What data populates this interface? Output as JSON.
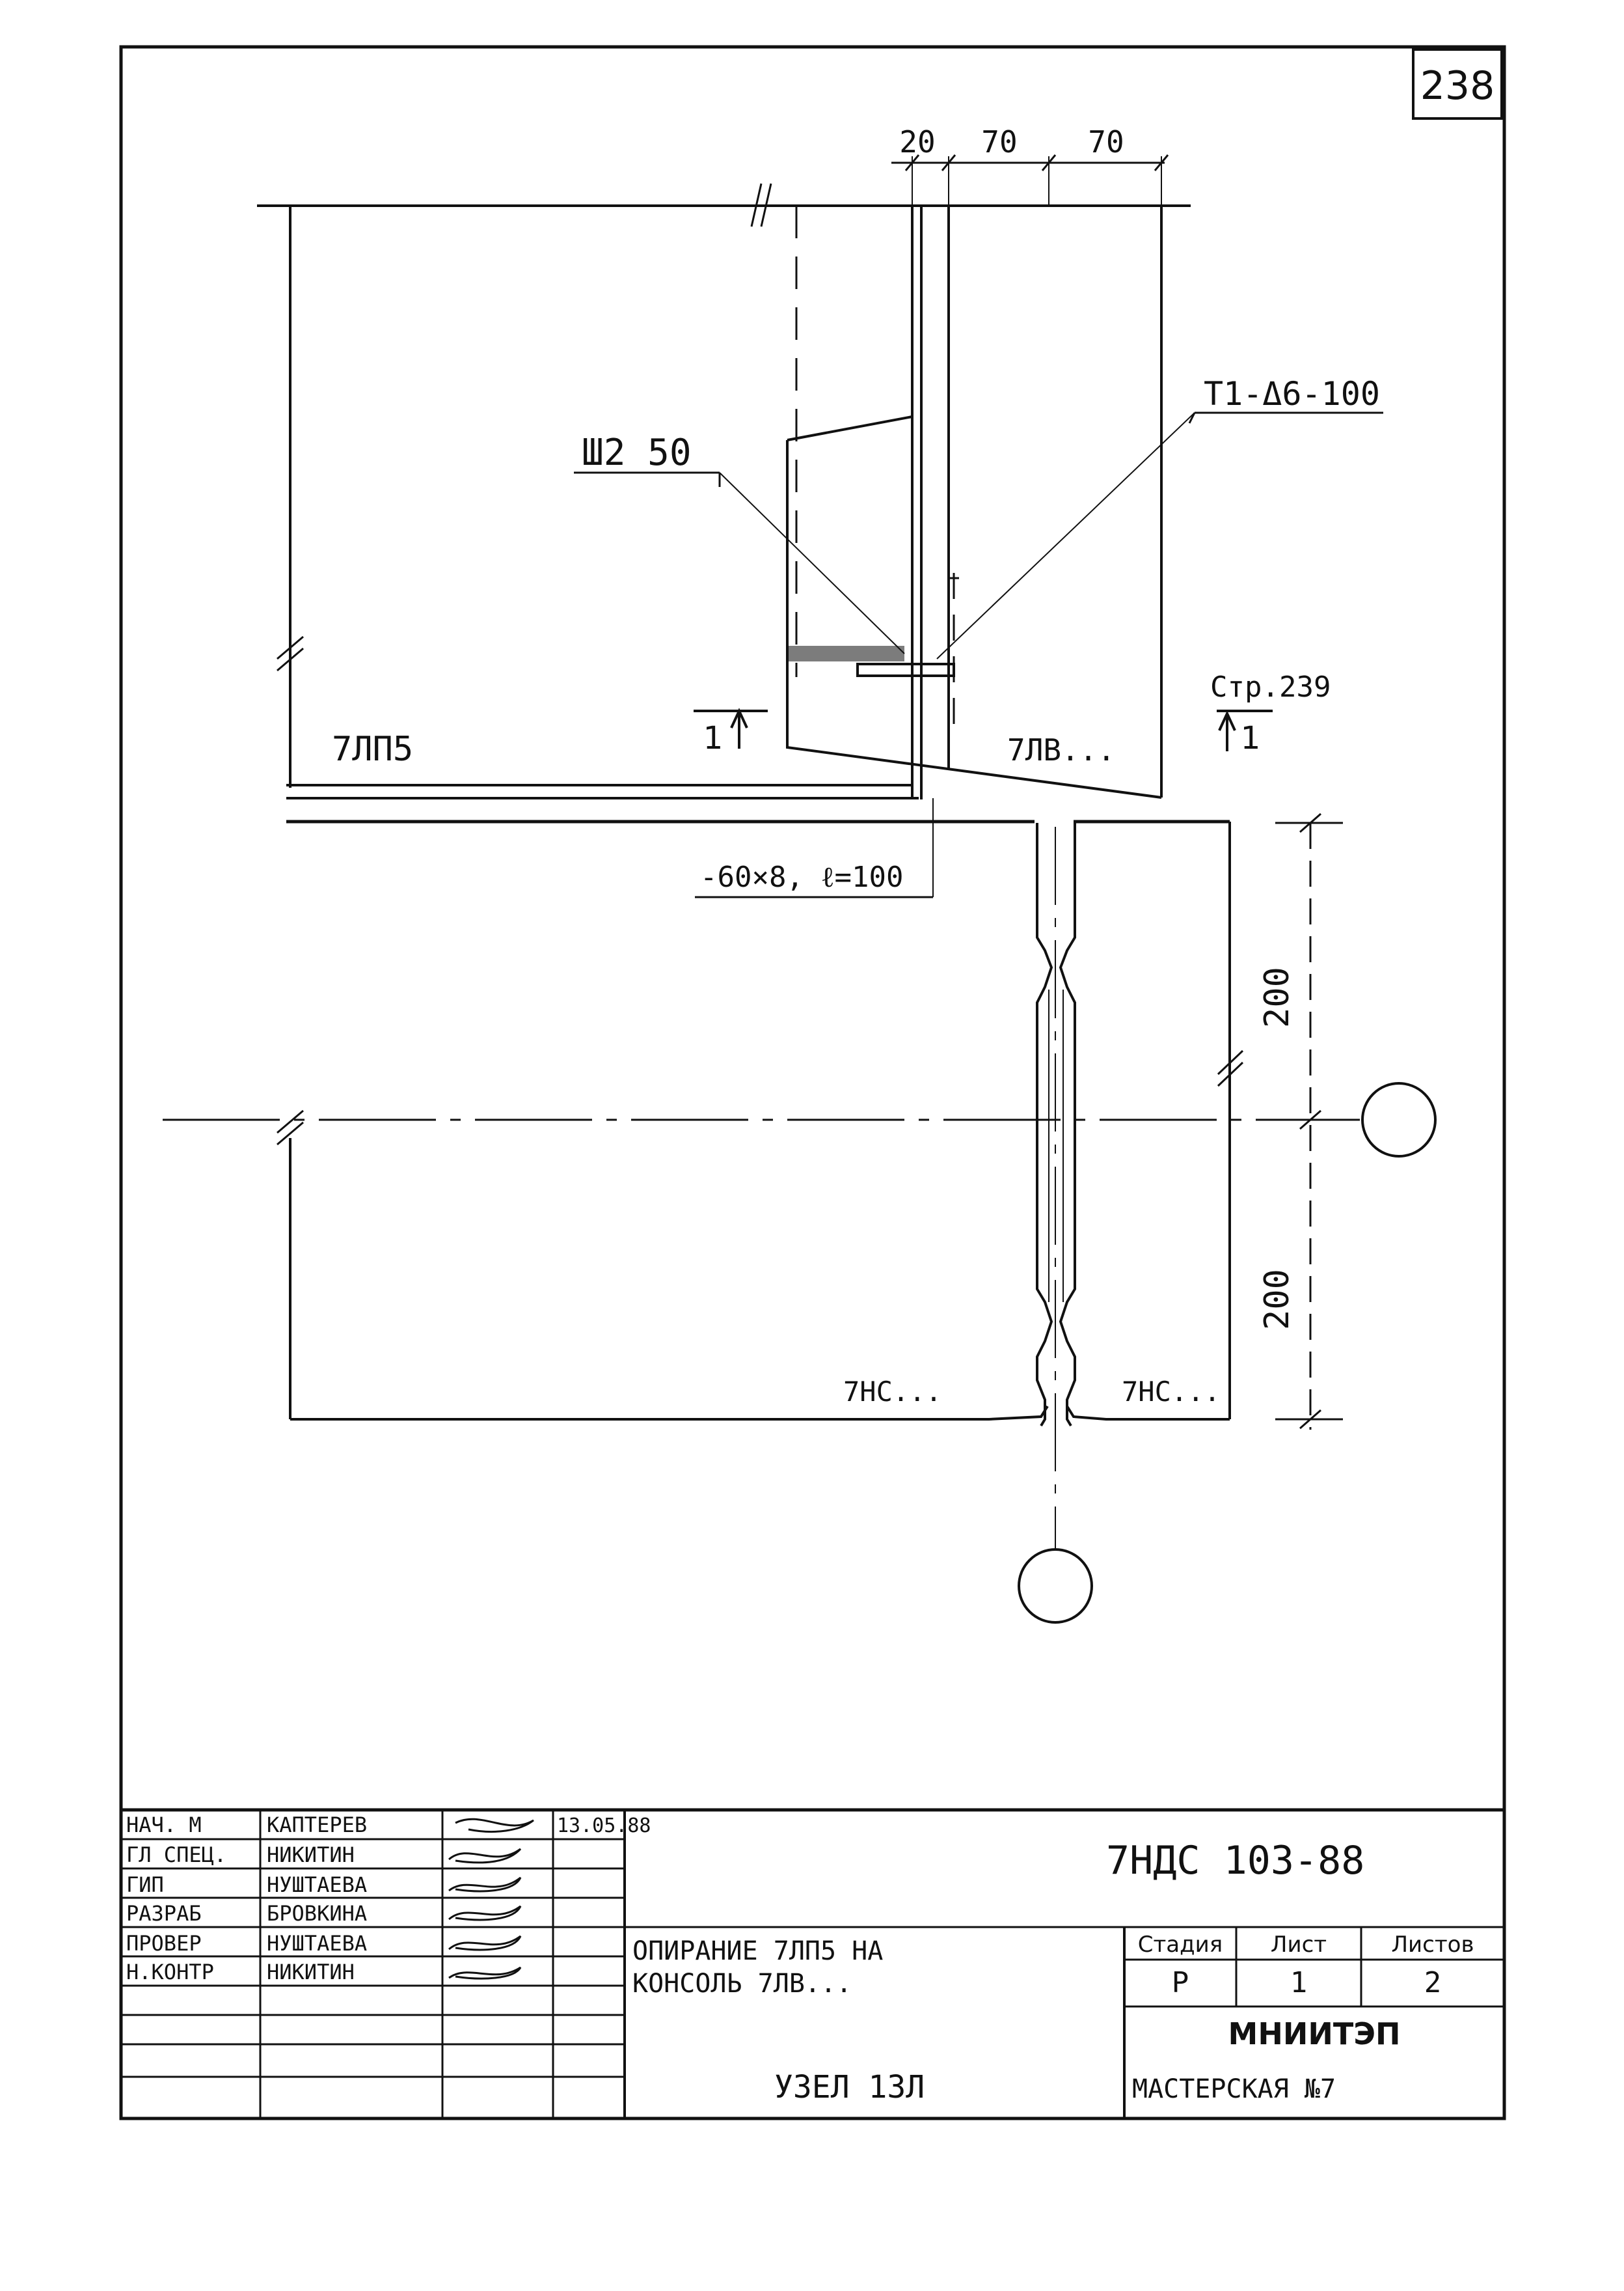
{
  "sheet_number": "238",
  "dimensions": {
    "top": [
      "20",
      "70",
      "70"
    ],
    "vertical": [
      "200",
      "200"
    ]
  },
  "callouts": {
    "weld_left": "Ш2 50",
    "weld_right": "Т1-Δ6-100",
    "plate": "-60×8, ℓ=100",
    "section_ref": "Стр.239",
    "section_mark": "1"
  },
  "elements": {
    "slab": "7ЛП5",
    "console": "7ЛВ...",
    "wall_left": "7НС...",
    "wall_right": "7НС..."
  },
  "title_block": {
    "people": [
      {
        "role": "НАЧ. М",
        "name": "КАПТЕРЕВ",
        "date": "13.05.88"
      },
      {
        "role": "ГЛ СПЕЦ.",
        "name": "НИКИТИН",
        "date": ""
      },
      {
        "role": "ГИП",
        "name": "НУШТАЕВА",
        "date": ""
      },
      {
        "role": "РАЗРАБ",
        "name": "БРОВКИНА",
        "date": ""
      },
      {
        "role": "ПРОВЕР",
        "name": "НУШТАЕВА",
        "date": ""
      },
      {
        "role": "Н.КОНТР",
        "name": "НИКИТИН",
        "date": ""
      }
    ],
    "doc_code": "7НДС 103-88",
    "description_line1": "ОПИРАНИЕ 7ЛП5 НА",
    "description_line2": "КОНСОЛЬ 7ЛВ...",
    "node_title": "УЗЕЛ 13Л",
    "stage_label": "Стадия",
    "sheet_label": "Лист",
    "sheets_label": "Листов",
    "stage_value": "Р",
    "sheet_value": "1",
    "sheets_value": "2",
    "organization": "МНИИТЭП",
    "workshop": "МАСТЕРСКАЯ №7"
  }
}
